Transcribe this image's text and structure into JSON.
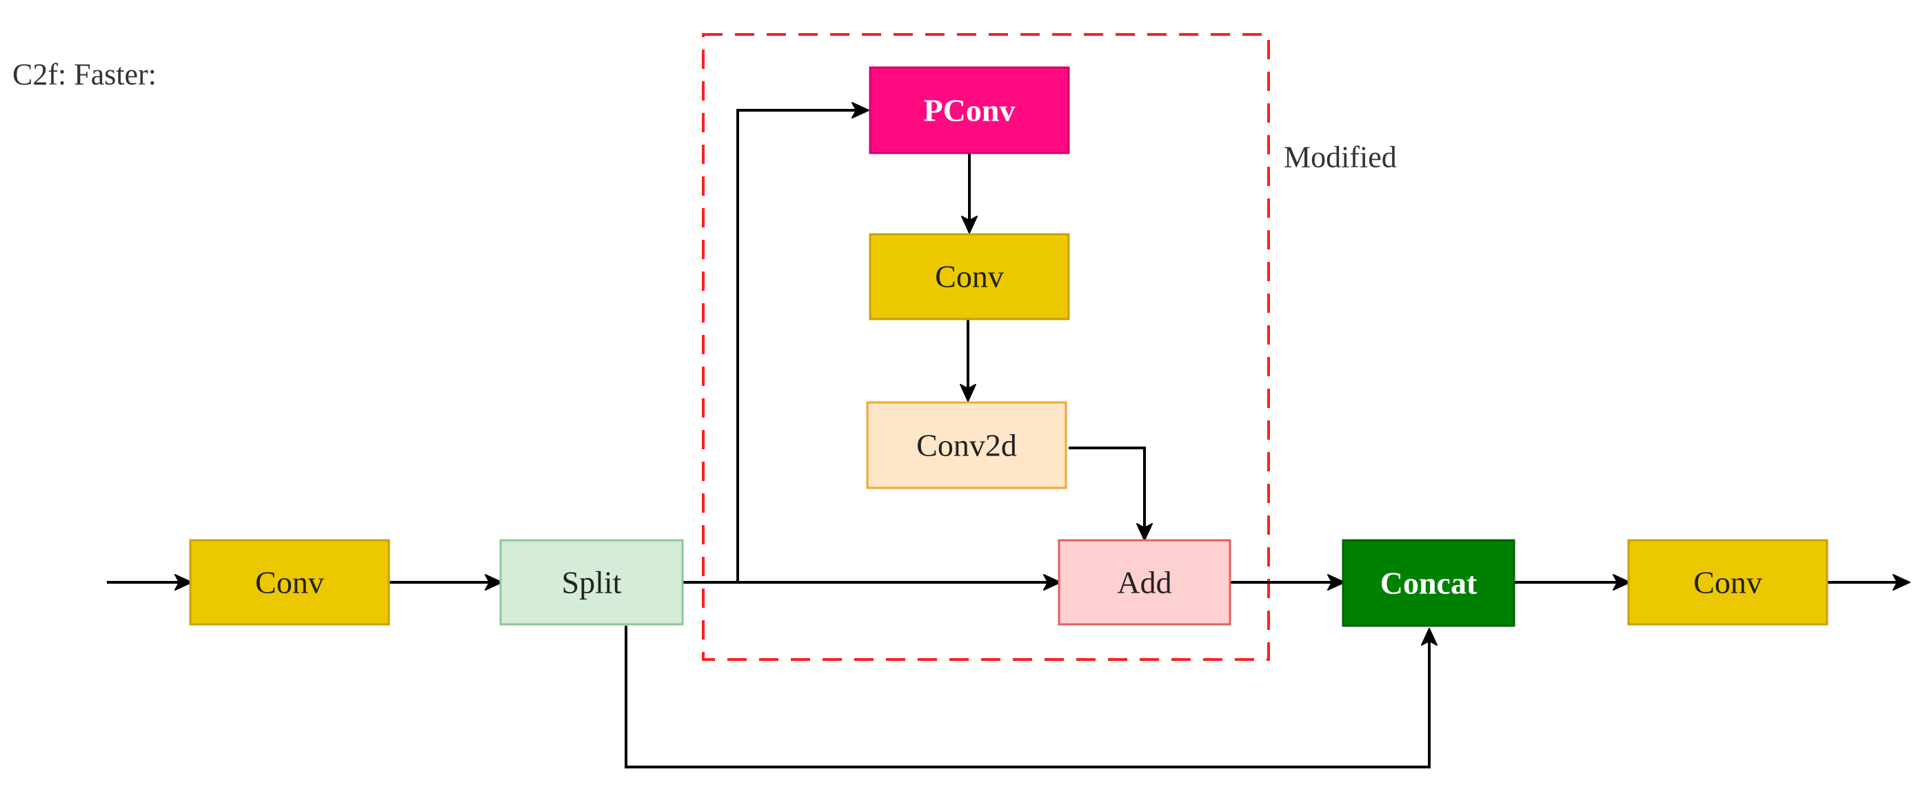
{
  "title": "C2f: Faster:",
  "group": {
    "label": "Modified",
    "border_color": "#ff2020"
  },
  "nodes": {
    "conv_in": {
      "label": "Conv",
      "fill": "#ecc800",
      "stroke": "#c9a000",
      "text_color": "#222222"
    },
    "split": {
      "label": "Split",
      "fill": "#d4ecd8",
      "stroke": "#8cc79a",
      "text_color": "#222222"
    },
    "pconv": {
      "label": "PConv",
      "fill": "#ff0a80",
      "stroke": "#d0006a",
      "text_color": "#ffffff",
      "bold": true
    },
    "conv_mid": {
      "label": "Conv",
      "fill": "#ecc800",
      "stroke": "#c9a000",
      "text_color": "#222222"
    },
    "conv2d": {
      "label": "Conv2d",
      "fill": "#ffe6c8",
      "stroke": "#f0a830",
      "text_color": "#222222"
    },
    "add": {
      "label": "Add",
      "fill": "#ffd0d0",
      "stroke": "#e06060",
      "text_color": "#222222"
    },
    "concat": {
      "label": "Concat",
      "fill": "#008000",
      "stroke": "#006000",
      "text_color": "#ffffff",
      "bold": true
    },
    "conv_out": {
      "label": "Conv",
      "fill": "#ecc800",
      "stroke": "#c9a000",
      "text_color": "#222222"
    }
  }
}
